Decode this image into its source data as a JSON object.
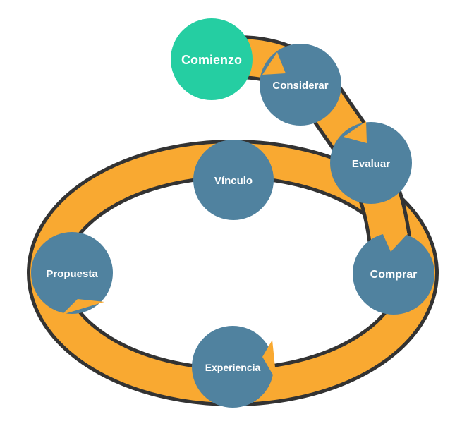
{
  "diagram": {
    "title": "Customer journey cycle",
    "colors": {
      "track_fill": "#F9A931",
      "track_outline": "#333333",
      "node_fill": "#50829F",
      "start_fill": "#25CEA2",
      "label_color": "#FFFFFF"
    },
    "nodes": {
      "start": "Comienzo",
      "consider": "Considerar",
      "evaluate": "Evaluar",
      "buy": "Comprar",
      "experience": "Experiencia",
      "proposal": "Propuesta",
      "bond": "Vínculo"
    },
    "flow": [
      "Comienzo",
      "Considerar",
      "Evaluar",
      "Comprar",
      "Experiencia",
      "Propuesta",
      "Vínculo",
      "Comprar"
    ]
  }
}
